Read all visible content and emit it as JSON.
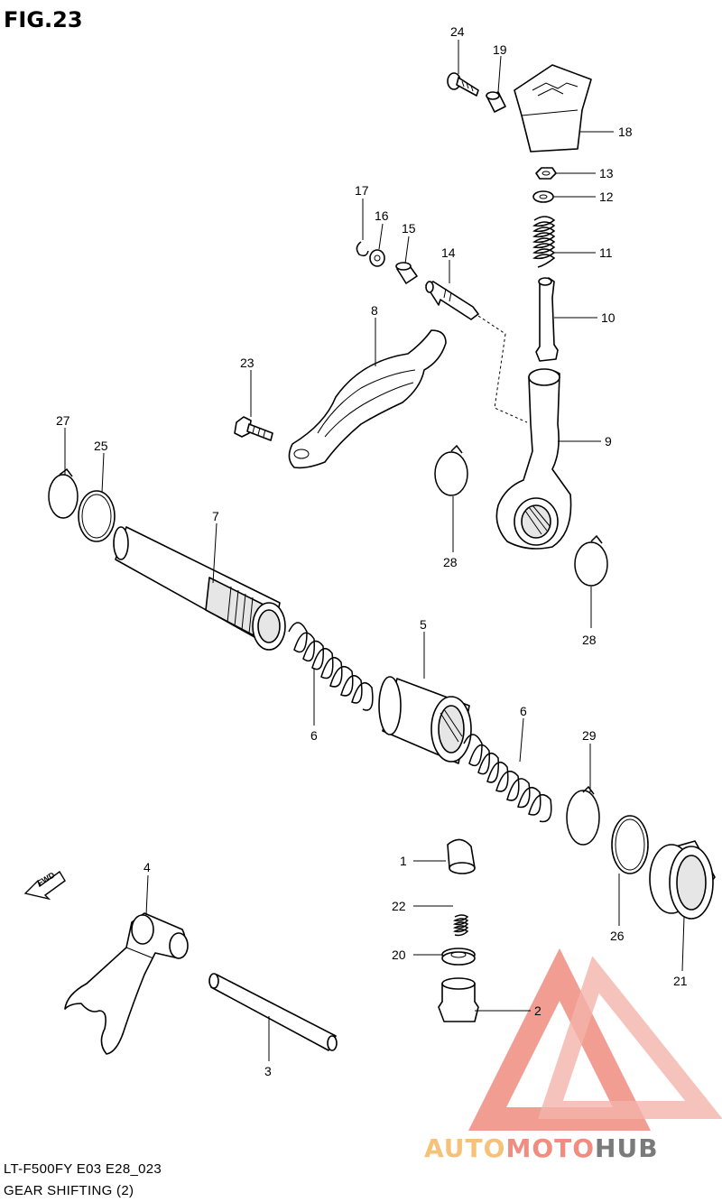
{
  "figure": {
    "title": "FIG.23",
    "caption_model": "LT-F500FY E03 E28_023",
    "caption_title": "GEAR SHIFTING (2)"
  },
  "fwd_label": "FWD",
  "callouts": {
    "p1": "1",
    "p2": "2",
    "p3": "3",
    "p4": "4",
    "p5": "5",
    "p6a": "6",
    "p6b": "6",
    "p7": "7",
    "p8": "8",
    "p9": "9",
    "p10": "10",
    "p11": "11",
    "p12": "12",
    "p13": "13",
    "p14": "14",
    "p15": "15",
    "p16": "16",
    "p17": "17",
    "p18": "18",
    "p19": "19",
    "p20": "20",
    "p21": "21",
    "p22": "22",
    "p23": "23",
    "p24": "24",
    "p25": "25",
    "p26": "26",
    "p27": "27",
    "p28a": "28",
    "p28b": "28",
    "p29": "29"
  },
  "watermark": {
    "part1": "AUTO",
    "part2": "MOTO",
    "part3": "HUB",
    "colors": {
      "auto": "#f6c27a",
      "moto": "#f08c80",
      "hub": "#7a7a7a",
      "logo": "#f08c80"
    }
  }
}
